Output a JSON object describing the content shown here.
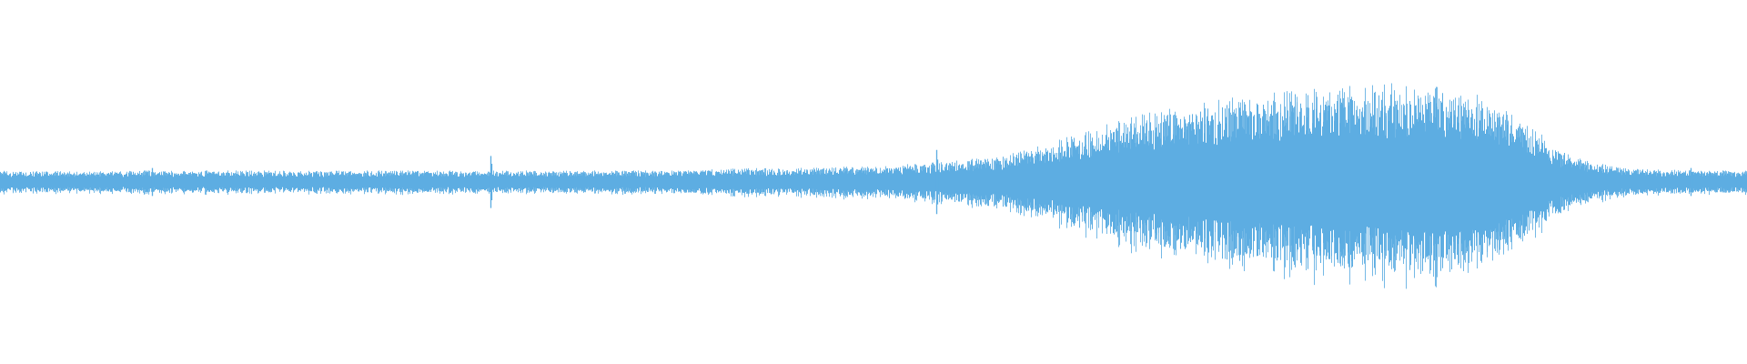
{
  "waveform": {
    "color": "#5dade2",
    "background": "#ffffff",
    "relative_amplitude_envelope": [
      0.1,
      0.1,
      0.09,
      0.1,
      0.1,
      0.1,
      0.1,
      0.1,
      0.1,
      0.1,
      0.1,
      0.1,
      0.1,
      0.1,
      0.1,
      0.1,
      0.11,
      0.12,
      0.12,
      0.13,
      0.14,
      0.16,
      0.19,
      0.24,
      0.34,
      0.46,
      0.58,
      0.66,
      0.72,
      0.78,
      0.81,
      0.85,
      0.86,
      0.86,
      0.75,
      0.5,
      0.22,
      0.13,
      0.11,
      0.1,
      0.1
    ],
    "transients": [
      {
        "at": 0.087,
        "amplitude": 0.14
      },
      {
        "at": 0.281,
        "amplitude": 0.26
      },
      {
        "at": 0.536,
        "amplitude": 0.32
      },
      {
        "at": 0.968,
        "amplitude": 0.14
      }
    ]
  }
}
